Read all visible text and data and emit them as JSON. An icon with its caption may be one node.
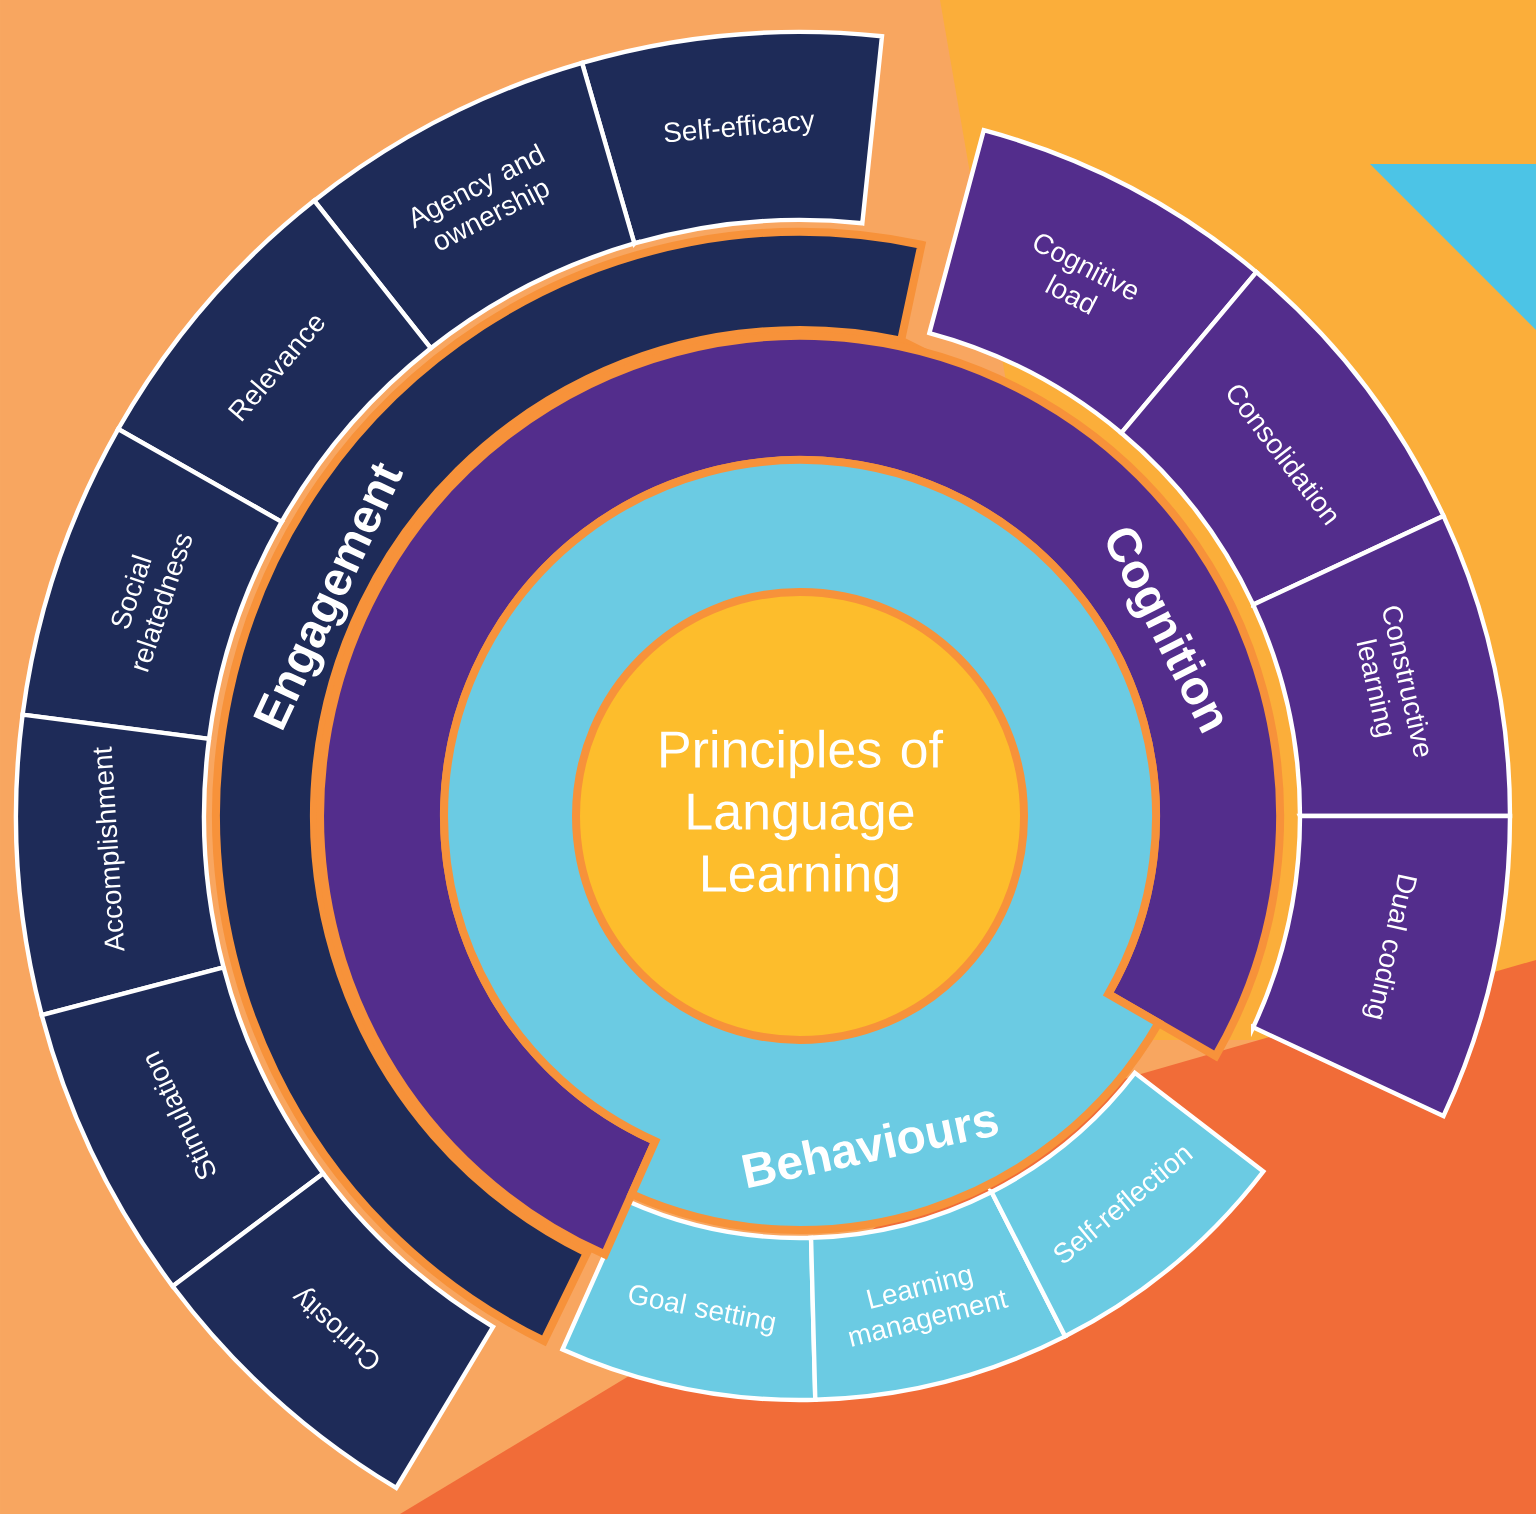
{
  "diagram": {
    "nodes": [
      {
        "text": [
          "Principles of Language Learning"
        ],
        "in": 3
      },
      {
        "text": [
          "Engagement"
        ]
      },
      {
        "text": [
          "Cognition"
        ]
      },
      {
        "text": [
          "Behaviours"
        ]
      },
      {
        "text": [
          "Self-efficacy"
        ]
      },
      {
        "text": [
          "Agency and ownership"
        ]
      },
      {
        "text": [
          "Relevance"
        ]
      },
      {
        "text": [
          "Social relatedness"
        ]
      },
      {
        "text": [
          "Accomplishment"
        ]
      },
      {
        "text": [
          "Stimulation"
        ]
      },
      {
        "text": [
          "Curiosity"
        ]
      },
      {
        "text": [
          "Cognitive load"
        ]
      },
      {
        "text": [
          "Consolidation"
        ]
      },
      {
        "text": [
          "Constructive learning"
        ]
      },
      {
        "text": [
          "Dual coding"
        ]
      },
      {
        "text": [
          "Goal setting"
        ]
      },
      {
        "text": [
          "Learning management"
        ]
      },
      {
        "text": [
          "Self-reflection"
        ]
      }
    ]
  }
}
